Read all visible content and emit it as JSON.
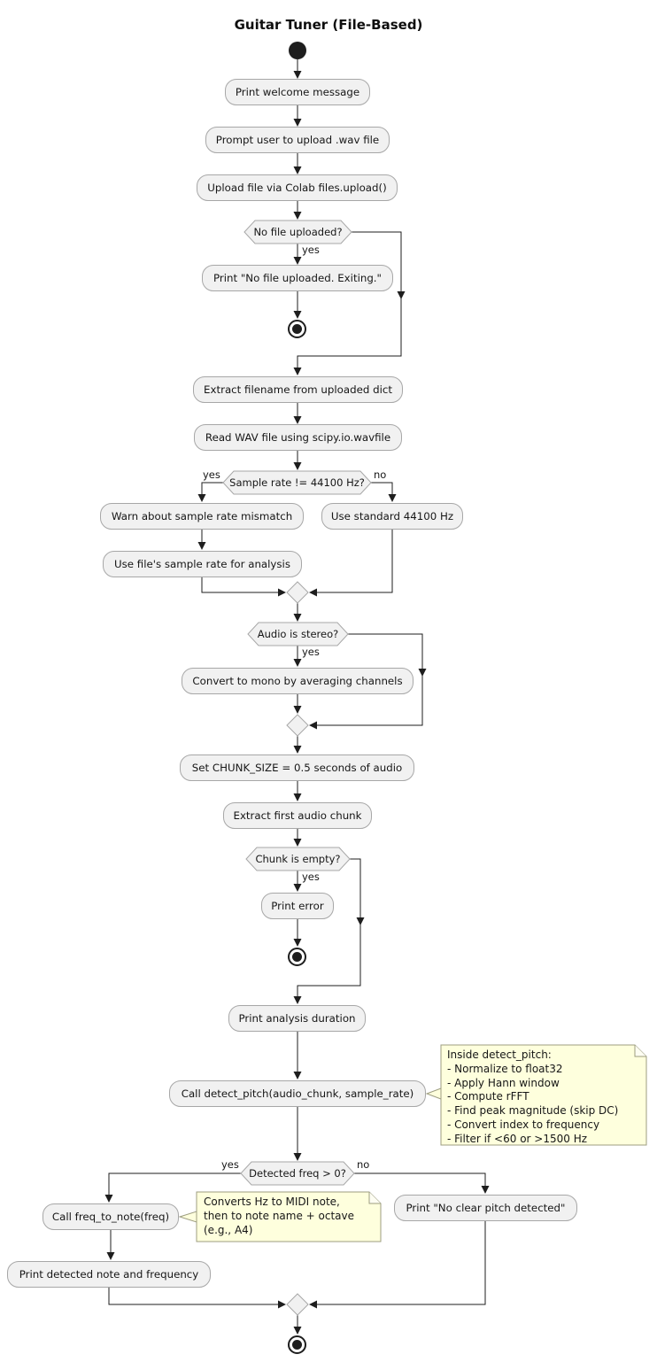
{
  "title": "Guitar Tuner (File-Based)",
  "colors": {
    "activity_fill": "#F1F1F1",
    "activity_border": "#A7A7A7",
    "line": "#1E1E1E",
    "note_fill": "#FEFFDD",
    "note_border": "#9D9D80"
  },
  "labels": {
    "yes": "yes",
    "no": "no"
  },
  "nodes": {
    "print_welcome": "Print welcome message",
    "prompt_upload": "Prompt user to upload .wav file",
    "upload_colab": "Upload file via Colab files.upload()",
    "no_file_decision": "No file uploaded?",
    "print_no_file": "Print \"No file uploaded. Exiting.\"",
    "extract_filename": "Extract filename from uploaded dict",
    "read_wav": "Read WAV file using scipy.io.wavfile",
    "sample_rate_decision": "Sample rate != 44100 Hz?",
    "warn_mismatch": "Warn about sample rate mismatch",
    "use_file_rate": "Use file's sample rate for analysis",
    "use_standard": "Use standard 44100 Hz",
    "stereo_decision": "Audio is stereo?",
    "convert_mono": "Convert to mono by averaging channels",
    "set_chunk": "Set CHUNK_SIZE = 0.5 seconds of audio",
    "extract_chunk": "Extract first audio chunk",
    "chunk_empty_decision": "Chunk is empty?",
    "print_error": "Print error",
    "print_duration": "Print analysis duration",
    "call_detect": "Call detect_pitch(audio_chunk, sample_rate)",
    "freq_decision": "Detected freq > 0?",
    "call_freq_to_note": "Call freq_to_note(freq)",
    "print_no_pitch": "Print \"No clear pitch detected\"",
    "print_note_freq": "Print detected note and frequency"
  },
  "notes": {
    "detect_pitch": {
      "lines": [
        "Inside detect_pitch:",
        "- Normalize to float32",
        "- Apply Hann window",
        "- Compute rFFT",
        "- Find peak magnitude (skip DC)",
        "- Convert index to frequency",
        "- Filter if <60 or >1500 Hz"
      ]
    },
    "freq_to_note": {
      "lines": [
        "Converts Hz to MIDI note,",
        "then to note name + octave",
        "(e.g., A4)"
      ]
    }
  }
}
